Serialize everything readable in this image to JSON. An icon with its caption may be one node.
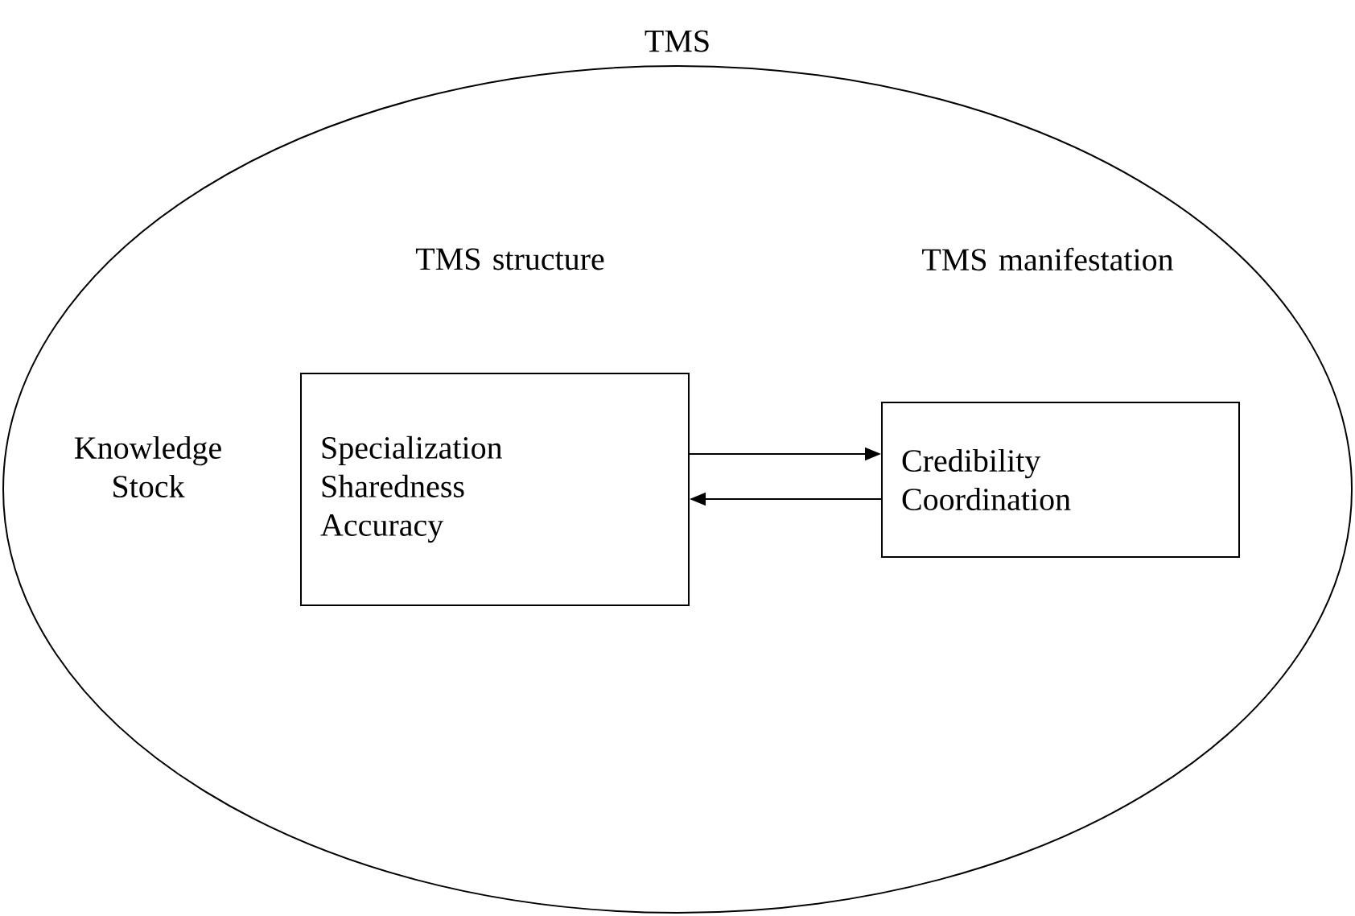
{
  "diagram": {
    "nodes": [
      {
        "text": [
          "TMS"
        ]
      },
      {
        "text": [
          "Specialization",
          "Sharedness",
          "Accuracy"
        ],
        "in": 0
      },
      {
        "text": [
          "Credibility",
          "Coordination"
        ],
        "in": 0
      }
    ],
    "edges": [
      {
        "from": 1,
        "to": 2,
        "arrow": "to"
      },
      {
        "from": 2,
        "to": 1,
        "arrow": "to"
      }
    ],
    "labels": [
      "TMS structure",
      "TMS manifestation",
      "Knowledge Stock"
    ]
  }
}
